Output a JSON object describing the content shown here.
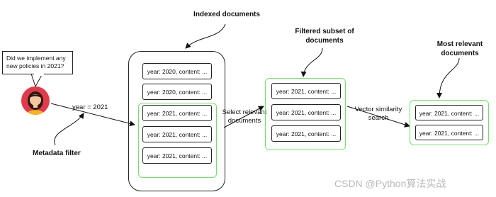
{
  "question": "Did we implement any new policies in 2021?",
  "filter_value": "year = 2021",
  "metadata_filter_label": "Metadata filter",
  "indexed_title": "Indexed documents",
  "filtered_title_line1": "Filtered subset of",
  "filtered_title_line2": "documents",
  "relevant_title_line1": "Most relevant",
  "relevant_title_line2": "documents",
  "select_label_line1": "Select relevant",
  "select_label_line2": "documents",
  "similarity_label_line1": "Vector similarity",
  "similarity_label_line2": "search",
  "indexed_docs": [
    "year: 2020, content: ...",
    "year: 2020, content: ...",
    "year: 2021, content: ...",
    "year: 2021, content: ...",
    "year: 2021, content: ..."
  ],
  "filtered_docs": [
    "year: 2021, content: ...",
    "year: 2021, content: ...",
    "year: 2021, content: ..."
  ],
  "relevant_docs": [
    "year: 2021, content: ...",
    "year: 2021, content: ..."
  ],
  "watermark": "CSDN @Python算法实战",
  "colors": {
    "filter_border": "#6ee26a",
    "avatar_bg": "#e23a4a",
    "avatar_shirt": "#f2b51c"
  }
}
